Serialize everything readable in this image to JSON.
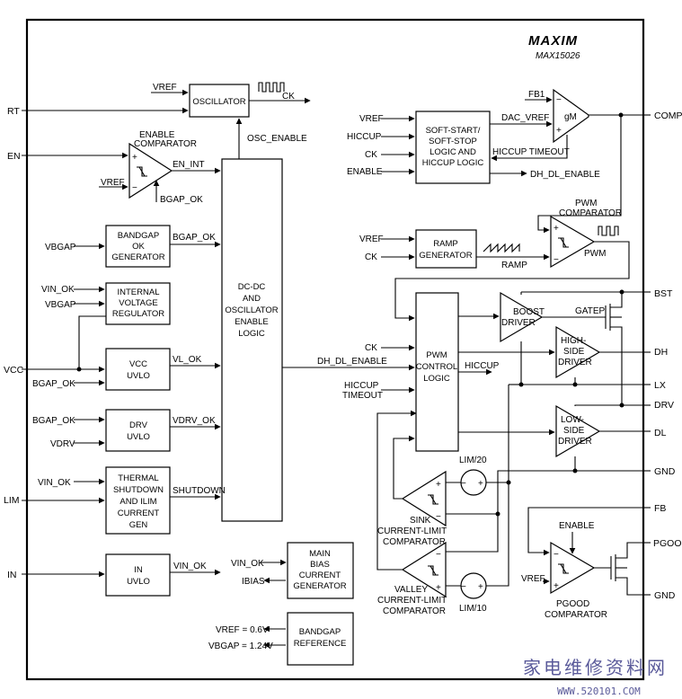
{
  "header": {
    "brand": "MAXIM",
    "part": "MAX15026"
  },
  "pins_left": {
    "rt": "RT",
    "en": "EN",
    "vcc": "VCC",
    "lim": "LIM",
    "in": "IN"
  },
  "pins_right": {
    "comp": "COMP",
    "bst": "BST",
    "dh": "DH",
    "lx": "LX",
    "drv": "DRV",
    "dl": "DL",
    "gnd": "GND",
    "fb": "FB",
    "pgood": "PGOOD",
    "gnd2": "GND"
  },
  "blocks": {
    "oscillator": [
      "OSCILLATOR"
    ],
    "bandgap_ok": [
      "BANDGAP",
      "OK",
      "GENERATOR"
    ],
    "regulator": [
      "INTERNAL",
      "VOLTAGE",
      "REGULATOR"
    ],
    "vcc_uvlo": [
      "VCC",
      "UVLO"
    ],
    "drv_uvlo": [
      "DRV",
      "UVLO"
    ],
    "thermal": [
      "THERMAL",
      "SHUTDOWN",
      "AND ILIM",
      "CURRENT",
      "GEN"
    ],
    "in_uvlo": [
      "IN",
      "UVLO"
    ],
    "dcdc": [
      "DC-DC",
      "AND",
      "OSCILLATOR",
      "ENABLE",
      "LOGIC"
    ],
    "softstart": [
      "SOFT-START/",
      "SOFT-STOP",
      "LOGIC AND",
      "HICCUP LOGIC"
    ],
    "ramp": [
      "RAMP",
      "GENERATOR"
    ],
    "pwm_ctrl": [
      "PWM",
      "CONTROL",
      "LOGIC"
    ],
    "main_bias": [
      "MAIN",
      "BIAS",
      "CURRENT",
      "GENERATOR"
    ],
    "bandgap_ref": [
      "BANDGAP",
      "REFERENCE"
    ]
  },
  "comparators": {
    "enable": [
      "ENABLE",
      "COMPARATOR"
    ],
    "pwm": [
      "PWM",
      "COMPARATOR"
    ],
    "pwm_out": "PWM",
    "sink": [
      "SINK",
      "CURRENT-LIMIT",
      "COMPARATOR"
    ],
    "valley": [
      "VALLEY",
      "CURRENT-LIMIT",
      "COMPARATOR"
    ],
    "pgood": [
      "PGOOD",
      "COMPARATOR"
    ],
    "gm": "gM"
  },
  "drivers": {
    "boost": [
      "BOOST",
      "DRIVER"
    ],
    "high": [
      "HIGH-",
      "SIDE",
      "DRIVER"
    ],
    "low": [
      "LOW-",
      "SIDE",
      "DRIVER"
    ],
    "gatep": "GATEP"
  },
  "signals": {
    "vref": "VREF",
    "ck": "CK",
    "osc_enable": "OSC_ENABLE",
    "en_int": "EN_INT",
    "bgap_ok": "BGAP_OK",
    "vbgap": "VBGAP",
    "vin_ok": "VIN_OK",
    "vl_ok": "VL_OK",
    "vdrv": "VDRV",
    "vdrv_ok": "VDRV_OK",
    "shutdown": "SHUTDOWN",
    "dh_dl_enable": "DH_DL_ENABLE",
    "hiccup": "HICCUP",
    "hiccup_timeout": [
      "HICCUP",
      "TIMEOUT"
    ],
    "hiccup_timeout_1": "HICCUP TIMEOUT",
    "fb1": "FB1",
    "dac_vref": "DAC_VREF",
    "enable": "ENABLE",
    "ramp": "RAMP",
    "lim20": "LIM/20",
    "lim10": "LIM/10",
    "ibias": "IBIAS",
    "vref_val": "VREF = 0.6V",
    "vbgap_val": "VBGAP = 1.24V"
  },
  "watermark": {
    "cn": "家电维修资料网",
    "url": "WWW.520101.COM"
  }
}
